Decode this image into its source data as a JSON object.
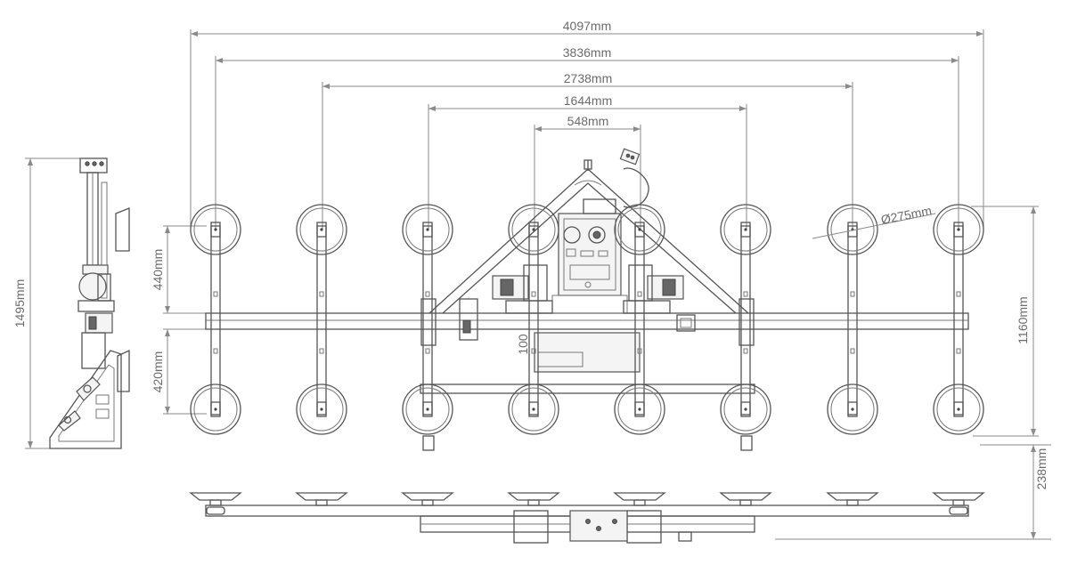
{
  "dimensions": {
    "total_width": "4097mm",
    "outer_cups_span": "3836mm",
    "second_cups_span": "2738mm",
    "third_cups_span": "1644mm",
    "inner_cups_span": "548mm",
    "cup_diameter": "Ø275mm",
    "upper_cup_offset": "440mm",
    "lower_cup_offset": "420mm",
    "side_height": "1495mm",
    "right_height": "1160mm",
    "bottom_height": "238mm",
    "small_value": "100"
  }
}
